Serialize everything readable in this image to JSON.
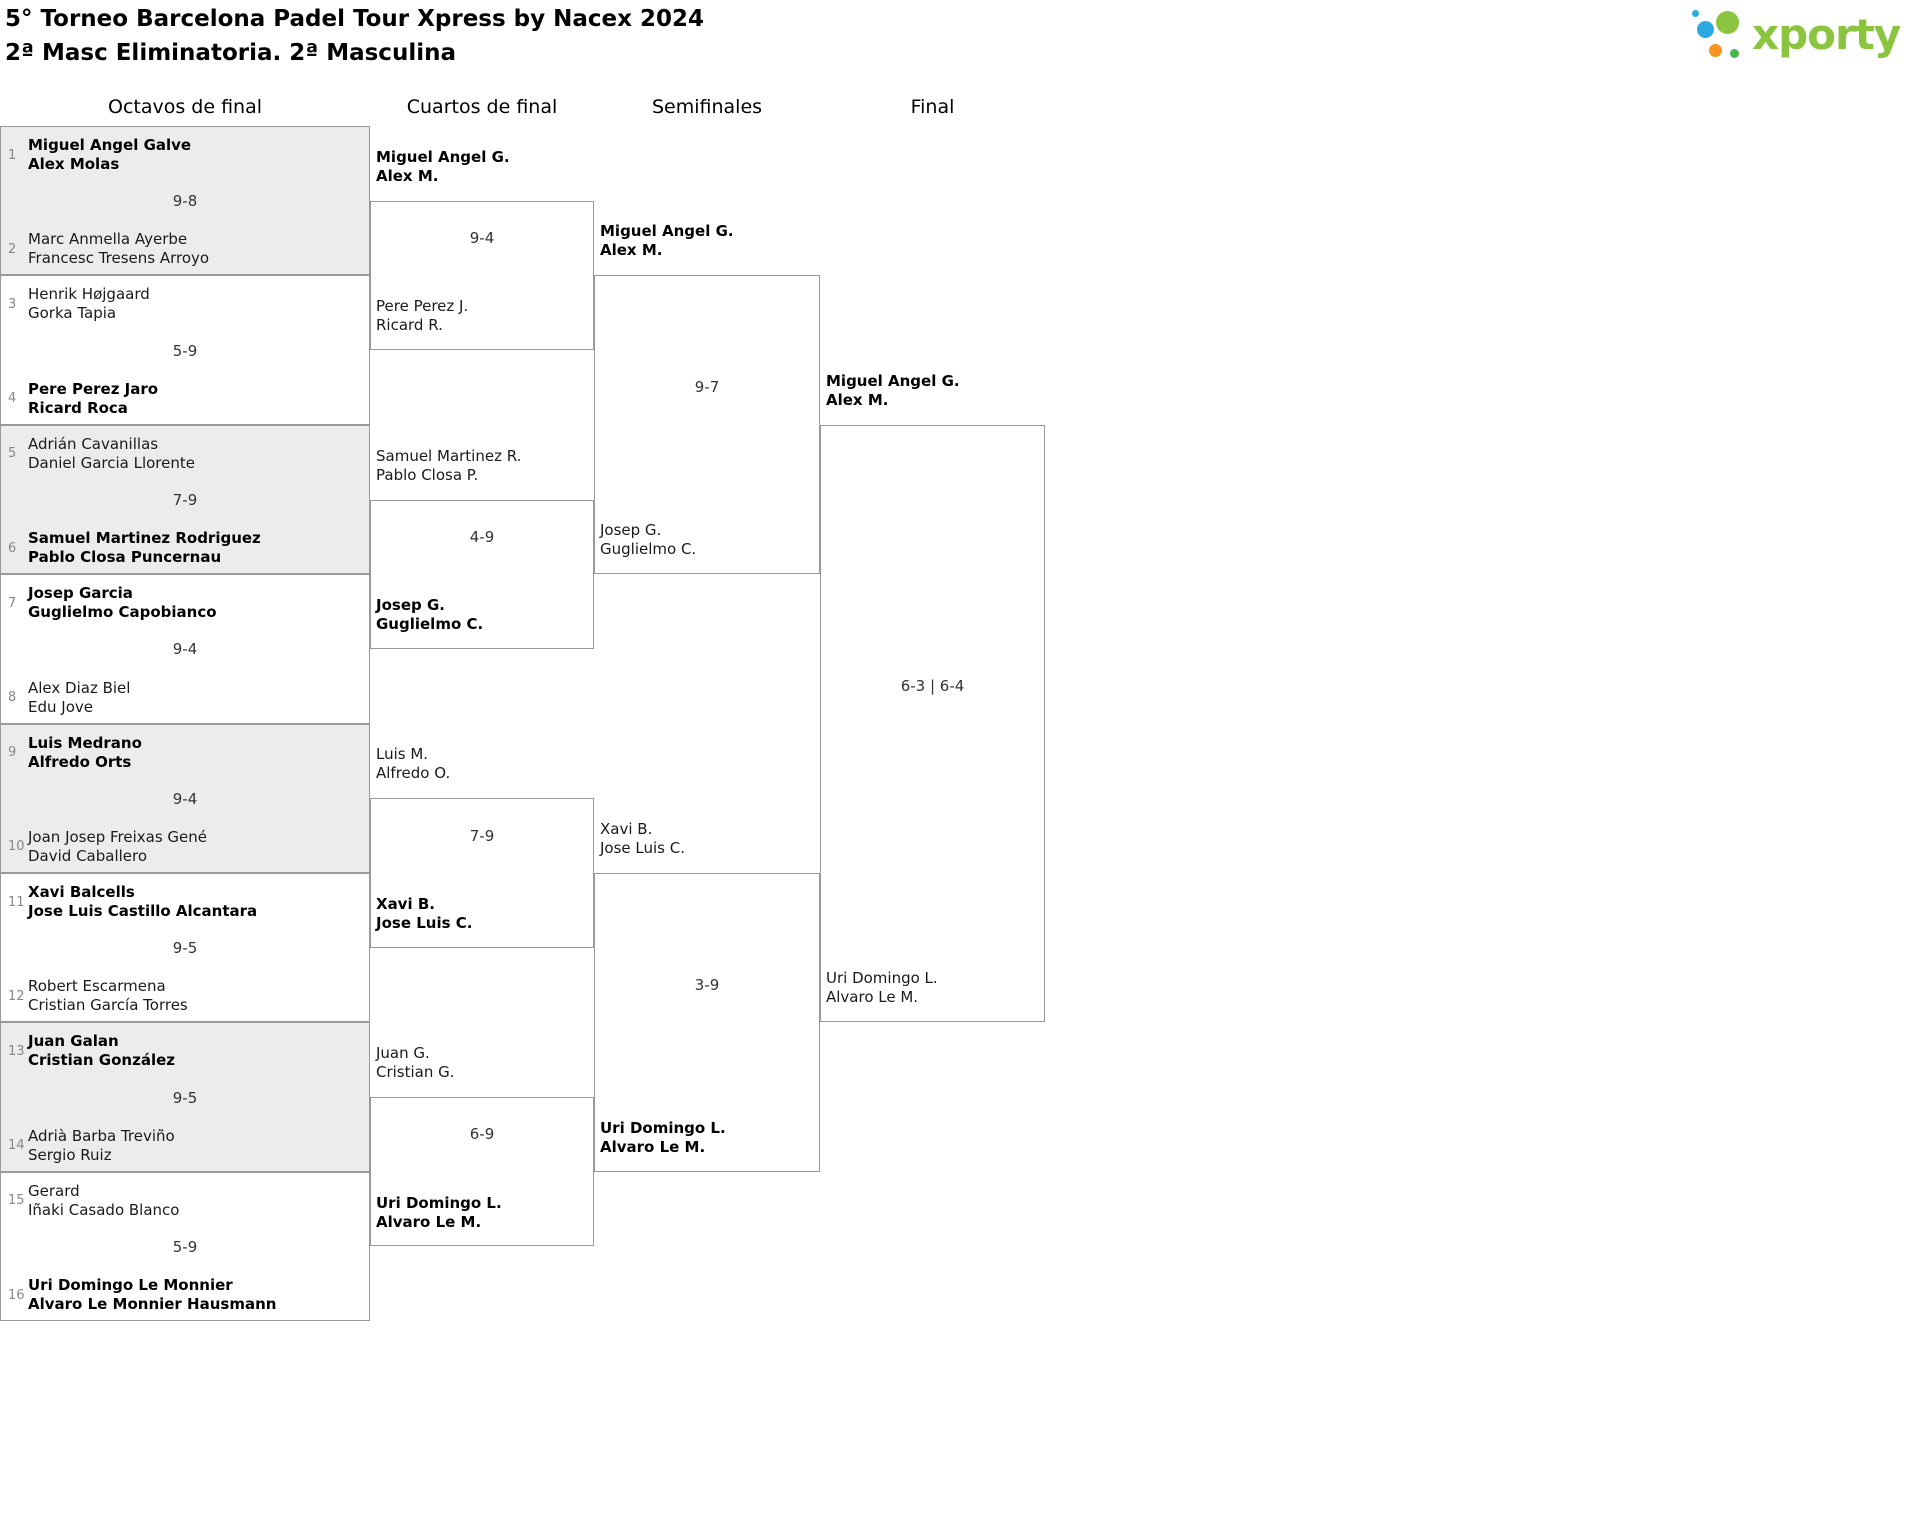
{
  "header": {
    "title": "5° Torneo Barcelona Padel Tour Xpress by Nacex 2024",
    "subtitle": "2ª Masc Eliminatoria. 2ª Masculina"
  },
  "logo": {
    "text": "xporty",
    "text_color": "#8bc53f",
    "dot_colors": [
      "#29abe2",
      "#8bc53f",
      "#f7931e",
      "#45b649",
      "#29abe2"
    ]
  },
  "colors": {
    "shaded_match_bg": "#ececec",
    "border": "#999999"
  },
  "chart_data": {
    "type": "table",
    "title": "5° Torneo Barcelona Padel Tour Xpress by Nacex 2024 — 2ª Masc Eliminatoria. 2ª Masculina",
    "rounds": [
      {
        "label": "Octavos de final",
        "matches": [
          {
            "seeds": [
              "1",
              "2"
            ],
            "score": "9-8",
            "shaded": true,
            "teams": [
              {
                "players": [
                  "Miguel Angel Galve",
                  "Alex Molas"
                ],
                "winner": true
              },
              {
                "players": [
                  "Marc Anmella Ayerbe",
                  "Francesc Tresens Arroyo"
                ],
                "winner": false
              }
            ]
          },
          {
            "seeds": [
              "3",
              "4"
            ],
            "score": "5-9",
            "shaded": false,
            "teams": [
              {
                "players": [
                  "Henrik Højgaard",
                  "Gorka Tapia"
                ],
                "winner": false
              },
              {
                "players": [
                  "Pere Perez Jaro",
                  "Ricard Roca"
                ],
                "winner": true
              }
            ]
          },
          {
            "seeds": [
              "5",
              "6"
            ],
            "score": "7-9",
            "shaded": true,
            "teams": [
              {
                "players": [
                  "Adrián Cavanillas",
                  "Daniel Garcia Llorente"
                ],
                "winner": false
              },
              {
                "players": [
                  "Samuel Martinez Rodriguez",
                  "Pablo Closa Puncernau"
                ],
                "winner": true
              }
            ]
          },
          {
            "seeds": [
              "7",
              "8"
            ],
            "score": "9-4",
            "shaded": false,
            "teams": [
              {
                "players": [
                  "Josep Garcia",
                  "Guglielmo Capobianco"
                ],
                "winner": true
              },
              {
                "players": [
                  "Alex Diaz Biel",
                  "Edu Jove"
                ],
                "winner": false
              }
            ]
          },
          {
            "seeds": [
              "9",
              "10"
            ],
            "score": "9-4",
            "shaded": true,
            "teams": [
              {
                "players": [
                  "Luis Medrano",
                  "Alfredo Orts"
                ],
                "winner": true
              },
              {
                "players": [
                  "Joan Josep Freixas Gené",
                  "David Caballero"
                ],
                "winner": false
              }
            ]
          },
          {
            "seeds": [
              "11",
              "12"
            ],
            "score": "9-5",
            "shaded": false,
            "teams": [
              {
                "players": [
                  "Xavi Balcells",
                  "Jose Luis Castillo Alcantara"
                ],
                "winner": true
              },
              {
                "players": [
                  "Robert Escarmena",
                  "Cristian García Torres"
                ],
                "winner": false
              }
            ]
          },
          {
            "seeds": [
              "13",
              "14"
            ],
            "score": "9-5",
            "shaded": true,
            "teams": [
              {
                "players": [
                  "Juan Galan",
                  "Cristian González"
                ],
                "winner": true
              },
              {
                "players": [
                  "Adrià Barba Treviño",
                  "Sergio Ruiz"
                ],
                "winner": false
              }
            ]
          },
          {
            "seeds": [
              "15",
              "16"
            ],
            "score": "5-9",
            "shaded": false,
            "teams": [
              {
                "players": [
                  "Gerard",
                  "Iñaki Casado Blanco"
                ],
                "winner": false
              },
              {
                "players": [
                  "Uri Domingo Le Monnier",
                  "Alvaro Le Monnier Hausmann"
                ],
                "winner": true
              }
            ]
          }
        ]
      },
      {
        "label": "Cuartos de final",
        "matches": [
          {
            "score": "9-4",
            "teams": [
              {
                "players": [
                  "Miguel Angel G.",
                  "Alex M."
                ],
                "winner": true
              },
              {
                "players": [
                  "Pere Perez J.",
                  "Ricard R."
                ],
                "winner": false
              }
            ]
          },
          {
            "score": "4-9",
            "teams": [
              {
                "players": [
                  "Samuel Martinez R.",
                  "Pablo Closa P."
                ],
                "winner": false
              },
              {
                "players": [
                  "Josep G.",
                  "Guglielmo C."
                ],
                "winner": true
              }
            ]
          },
          {
            "score": "7-9",
            "teams": [
              {
                "players": [
                  "Luis M.",
                  "Alfredo O."
                ],
                "winner": false
              },
              {
                "players": [
                  "Xavi B.",
                  "Jose Luis C."
                ],
                "winner": true
              }
            ]
          },
          {
            "score": "6-9",
            "teams": [
              {
                "players": [
                  "Juan G.",
                  "Cristian G."
                ],
                "winner": false
              },
              {
                "players": [
                  "Uri Domingo L.",
                  "Alvaro Le M."
                ],
                "winner": true
              }
            ]
          }
        ]
      },
      {
        "label": "Semifinales",
        "matches": [
          {
            "score": "9-7",
            "teams": [
              {
                "players": [
                  "Miguel Angel G.",
                  "Alex M."
                ],
                "winner": true
              },
              {
                "players": [
                  "Josep G.",
                  "Guglielmo C."
                ],
                "winner": false
              }
            ]
          },
          {
            "score": "3-9",
            "teams": [
              {
                "players": [
                  "Xavi B.",
                  "Jose Luis C."
                ],
                "winner": false
              },
              {
                "players": [
                  "Uri Domingo L.",
                  "Alvaro Le M."
                ],
                "winner": true
              }
            ]
          }
        ]
      },
      {
        "label": "Final",
        "matches": [
          {
            "score": "6-3 | 6-4",
            "teams": [
              {
                "players": [
                  "Miguel Angel G.",
                  "Alex M."
                ],
                "winner": true
              },
              {
                "players": [
                  "Uri Domingo L.",
                  "Alvaro Le M."
                ],
                "winner": false
              }
            ]
          }
        ]
      }
    ]
  }
}
